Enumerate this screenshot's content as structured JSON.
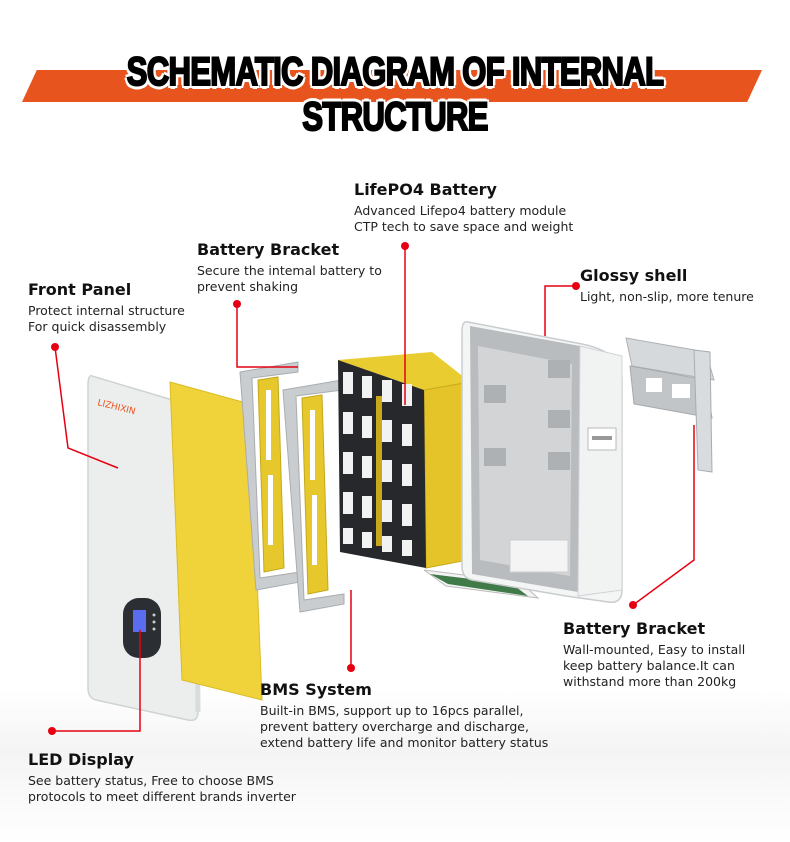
{
  "banner": {
    "title": "SCHEMATIC DIAGRAM OF INTERNAL STRUCTURE",
    "accent_color": "#e8541d"
  },
  "brand_logo": "LIZHIXIN",
  "leader_color": "#e60012",
  "callouts": {
    "lifepo4_battery": {
      "title": "LifePO4 Battery",
      "lines": [
        "Advanced Lifepo4 battery module",
        "CTP tech to save space and weight"
      ]
    },
    "battery_bracket_inner": {
      "title": "Battery Bracket",
      "lines": [
        "Secure the intemal battery to",
        "prevent shaking"
      ]
    },
    "front_panel": {
      "title": "Front Panel",
      "lines": [
        "Protect internal structure",
        "For quick disassembly"
      ]
    },
    "glossy_shell": {
      "title": "Glossy shell",
      "lines": [
        "Light, non-slip, more tenure"
      ]
    },
    "battery_bracket_wall": {
      "title": "Battery Bracket",
      "lines": [
        "Wall-mounted, Easy to install",
        "keep battery balance.It can",
        "withstand more than 200kg"
      ]
    },
    "bms_system": {
      "title": "BMS System",
      "lines": [
        "Built-in BMS, support up to 16pcs parallel,",
        "prevent battery overcharge and discharge,",
        "extend battery life and monitor battery status"
      ]
    },
    "led_display": {
      "title": "LED Display",
      "lines": [
        "See battery status, Free to choose BMS",
        "protocols to meet different brands inverter"
      ]
    }
  }
}
